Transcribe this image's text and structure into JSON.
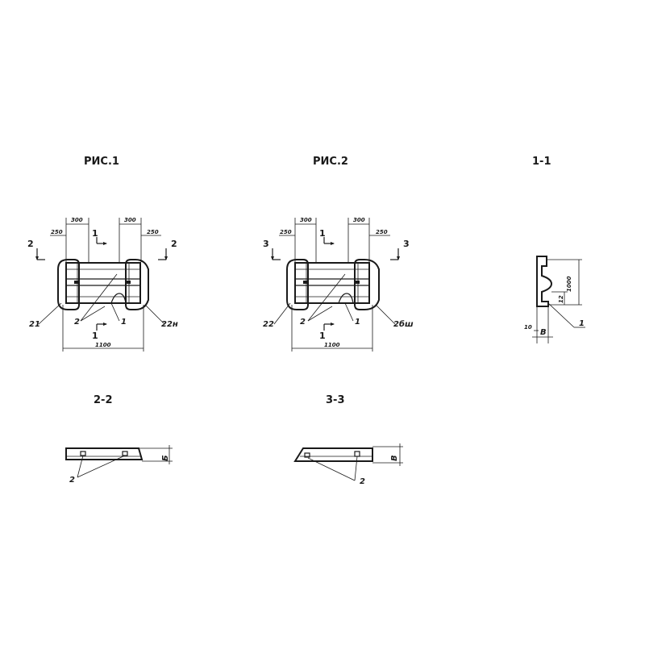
{
  "fig1": {
    "title": "РИС.1",
    "dim_top_left": "300",
    "dim_top_right": "300",
    "dim_left": "250",
    "dim_right": "250",
    "dim_bottom": "1100",
    "cut_2_left": "2",
    "cut_2_right": "2",
    "cut_1_top": "1",
    "cut_1_bottom": "1",
    "callout_left": "21",
    "callout_right": "22н",
    "callout_2": "2",
    "callout_1": "1"
  },
  "fig2": {
    "title": "РИС.2",
    "dim_top_left": "300",
    "dim_top_right": "300",
    "dim_left": "250",
    "dim_right": "250",
    "dim_bottom": "1100",
    "cut_3_left": "3",
    "cut_3_right": "3",
    "cut_1_top": "1",
    "cut_1_bottom": "1",
    "callout_left": "22",
    "callout_right": "2бш",
    "callout_2": "2",
    "callout_1": "1"
  },
  "section11": {
    "title": "1-1",
    "dim_height": "1000",
    "dim_inner": "12",
    "dim_base": "10",
    "dim_b": "B",
    "callout_1": "1"
  },
  "section22": {
    "title": "2-2",
    "callout_2": "2",
    "dim_side": "Б"
  },
  "section33": {
    "title": "3-3",
    "callout_2": "2",
    "dim_side": "В"
  }
}
